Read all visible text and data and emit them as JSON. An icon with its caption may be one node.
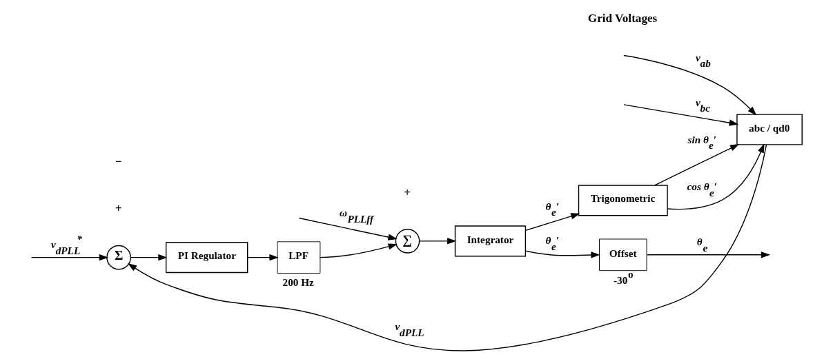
{
  "diagram": {
    "nodes": [
      {
        "text": [
          "Σ"
        ]
      },
      {
        "text": [
          "PI Regulator"
        ]
      },
      {
        "text": [
          "LPF"
        ],
        "beside": [
          "200 Hz"
        ]
      },
      {
        "text": [
          "∑"
        ]
      },
      {
        "text": [
          "Integrator"
        ]
      },
      {
        "text": [
          "Offset"
        ],
        "beside": [
          "-30$^{o}$"
        ]
      },
      {
        "text": [
          "Trigonometric"
        ]
      },
      {
        "text": [
          "abc / qd0"
        ]
      }
    ],
    "edges": [
      {
        "from": null,
        "to": 0,
        "arrow": "to",
        "label": "v$_{dPLL}$$^{*}$"
      },
      {
        "from": 0,
        "to": 1,
        "arrow": "to"
      },
      {
        "from": 1,
        "to": 2,
        "arrow": "to"
      },
      {
        "from": 2,
        "to": 3,
        "arrow": "to"
      },
      {
        "from": null,
        "to": 3,
        "arrow": "to",
        "label": "ω$_{PLLff}$"
      },
      {
        "from": 3,
        "to": 4,
        "arrow": "to"
      },
      {
        "from": 4,
        "to": 5,
        "arrow": "to",
        "label": "θ$_{e}$′"
      },
      {
        "from": 5,
        "to": null,
        "arrow": "to",
        "label": "θ$_{e}$"
      },
      {
        "from": 4,
        "to": 6,
        "arrow": "to",
        "label": "θ$_{e}$′"
      },
      {
        "from": 6,
        "to": 7,
        "arrow": "to",
        "label": "sin θ$_{e}$′"
      },
      {
        "from": 6,
        "to": 7,
        "arrow": "to",
        "label": "cos θ$_{e}$′"
      },
      {
        "from": null,
        "to": 7,
        "arrow": "to",
        "label": "v$_{ab}$"
      },
      {
        "from": null,
        "to": 7,
        "arrow": "to",
        "label": "v$_{bc}$"
      },
      {
        "from": 7,
        "to": 0,
        "arrow": "to",
        "label": "v$_{dPLL}$"
      }
    ],
    "labels": [
      "+",
      "+",
      "−",
      "Grid Voltages"
    ]
  }
}
